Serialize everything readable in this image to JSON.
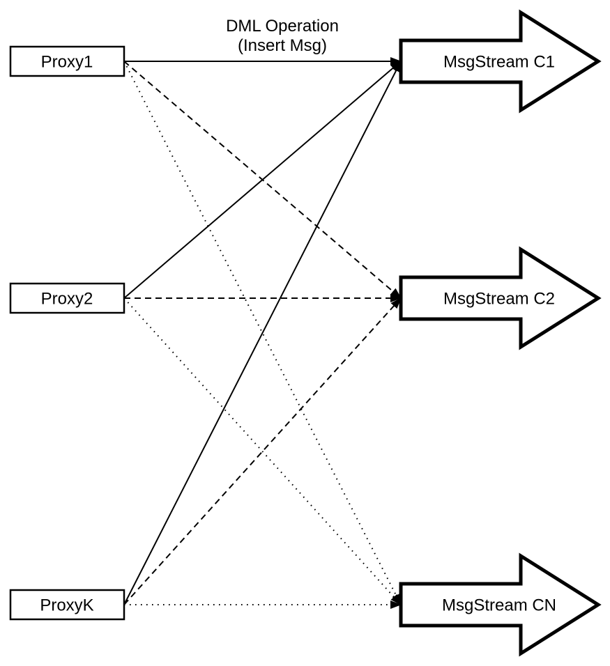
{
  "annotation": {
    "line1": "DML Operation",
    "line2": "(Insert Msg)"
  },
  "nodes": {
    "proxies": [
      {
        "id": "proxy1",
        "label": "Proxy1"
      },
      {
        "id": "proxy2",
        "label": "Proxy2"
      },
      {
        "id": "proxyk",
        "label": "ProxyK"
      }
    ],
    "streams": [
      {
        "id": "c1",
        "label": "MsgStream C1"
      },
      {
        "id": "c2",
        "label": "MsgStream C2"
      },
      {
        "id": "cn",
        "label": "MsgStream CN"
      }
    ]
  },
  "edges": [
    {
      "from": "proxy1",
      "to": "c1",
      "style": "solid"
    },
    {
      "from": "proxy2",
      "to": "c1",
      "style": "solid"
    },
    {
      "from": "proxyk",
      "to": "c1",
      "style": "solid"
    },
    {
      "from": "proxy1",
      "to": "c2",
      "style": "dashed"
    },
    {
      "from": "proxy2",
      "to": "c2",
      "style": "dashed"
    },
    {
      "from": "proxyk",
      "to": "c2",
      "style": "dashed"
    },
    {
      "from": "proxy1",
      "to": "cn",
      "style": "dotted"
    },
    {
      "from": "proxy2",
      "to": "cn",
      "style": "dotted"
    },
    {
      "from": "proxyk",
      "to": "cn",
      "style": "dotted"
    }
  ],
  "colors": {
    "stroke": "#000000",
    "fill": "#ffffff"
  }
}
